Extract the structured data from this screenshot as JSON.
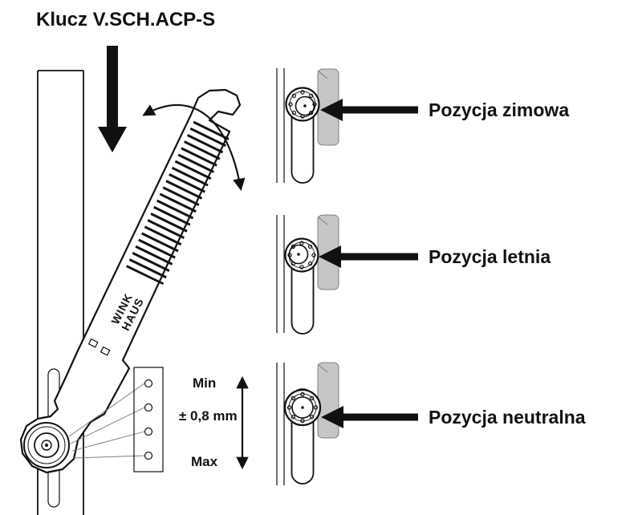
{
  "title": "Klucz V.SCH.ACP-S",
  "tool_logo": {
    "line1": "WINK",
    "line2": "HAUS"
  },
  "measurement": {
    "min_label": "Min",
    "tolerance_label": "± 0,8 mm",
    "max_label": "Max"
  },
  "positions": [
    {
      "id": "zimowa",
      "label": "Pozycja zimowa"
    },
    {
      "id": "letnia",
      "label": "Pozycja letnia"
    },
    {
      "id": "neutralna",
      "label": "Pozycja neutralna"
    }
  ],
  "colors": {
    "ink": "#111111",
    "plate_gray": "#c6c6c6",
    "background": "#ffffff"
  }
}
